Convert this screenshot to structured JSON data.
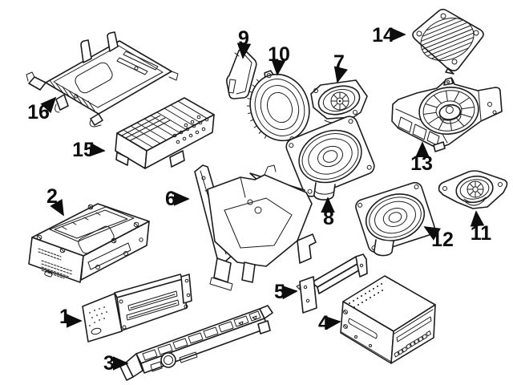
{
  "diagram": {
    "kind": "exploded-parts-diagram",
    "background_color": "#ffffff",
    "line_color": "#1c1c1c",
    "label_color": "#0d0d0d",
    "callouts": [
      {
        "label": "1",
        "part": "radio-head-unit"
      },
      {
        "label": "2",
        "part": "receiver-control-unit"
      },
      {
        "label": "3",
        "part": "control-panel-faceplate"
      },
      {
        "label": "4",
        "part": "cd-changer-unit"
      },
      {
        "label": "5",
        "part": "support-bracket-rail"
      },
      {
        "label": "6",
        "part": "mounting-bracket-frame"
      },
      {
        "label": "7",
        "part": "tweeter-speaker-front"
      },
      {
        "label": "8",
        "part": "midrange-speaker-front"
      },
      {
        "label": "9",
        "part": "tweeter-housing"
      },
      {
        "label": "10",
        "part": "speaker-ring-frame"
      },
      {
        "label": "11",
        "part": "tweeter-speaker-rear"
      },
      {
        "label": "12",
        "part": "midrange-speaker-rear"
      },
      {
        "label": "13",
        "part": "subwoofer-assembly"
      },
      {
        "label": "14",
        "part": "speaker-grille"
      },
      {
        "label": "15",
        "part": "amplifier-unit"
      },
      {
        "label": "16",
        "part": "mounting-bracket-tray"
      }
    ]
  }
}
